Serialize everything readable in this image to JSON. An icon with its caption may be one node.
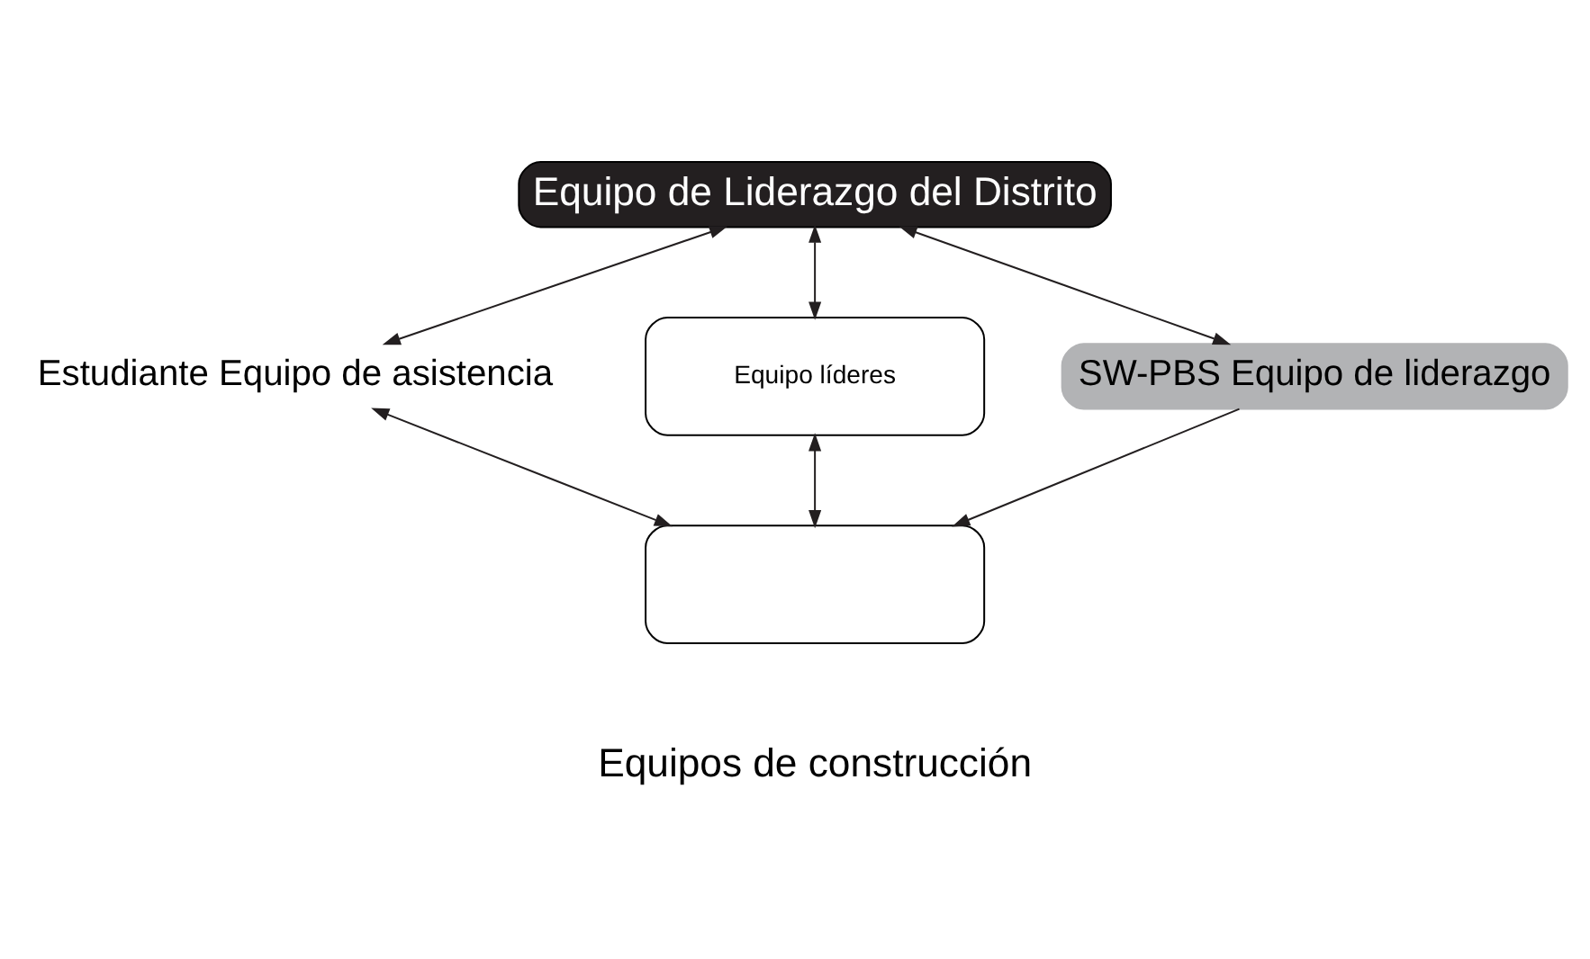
{
  "diagram": {
    "nodes": [
      {
        "text": [
          "Equipo de Liderazgo del Distrito"
        ]
      },
      {
        "text": [
          "Estudiante Equipo de asistencia"
        ]
      },
      {
        "text": [
          "Equipo líderes"
        ]
      },
      {
        "text": [
          "SW-PBS Equipo de liderazgo"
        ]
      },
      {
        "text": [],
        "shape": "box"
      }
    ],
    "edges": [
      {
        "from": 0,
        "to": 1,
        "arrow": "both"
      },
      {
        "from": 0,
        "to": 2,
        "arrow": "both"
      },
      {
        "from": 0,
        "to": 3,
        "arrow": "both"
      },
      {
        "from": 2,
        "to": 4,
        "arrow": "both"
      },
      {
        "from": 1,
        "to": 4,
        "arrow": "both"
      },
      {
        "from": 3,
        "to": 4,
        "arrow": "to"
      }
    ],
    "labels": [
      "Equipos de construcción"
    ]
  }
}
